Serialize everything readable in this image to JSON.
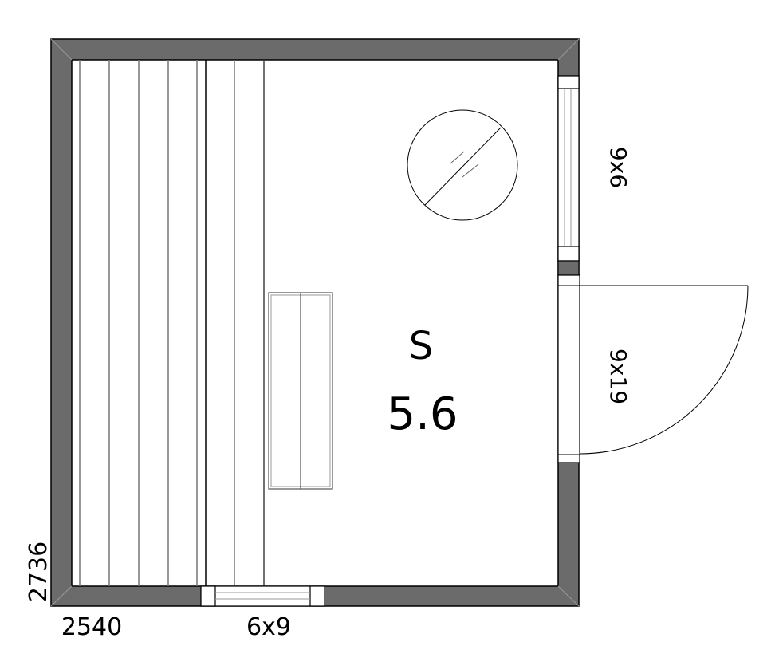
{
  "room": {
    "label": "S",
    "area": "5.6"
  },
  "dimensions": {
    "width": "2540",
    "depth": "2736"
  },
  "openings": {
    "right_window": "9x6",
    "door": "9x19",
    "bottom_window": "6x9"
  },
  "colors": {
    "wall": "#6b6b6b",
    "line": "#000000",
    "plank": "#777777"
  }
}
